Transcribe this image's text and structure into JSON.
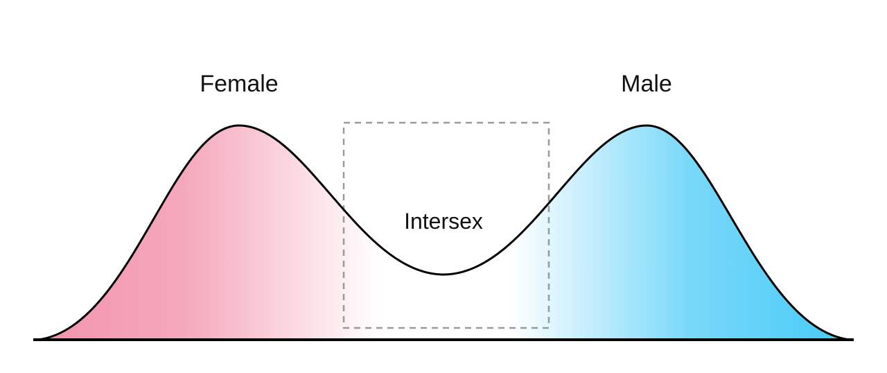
{
  "figure": {
    "labels": {
      "left_peak": "Female",
      "right_peak": "Male",
      "valley": "Intersex"
    },
    "colors": {
      "female_fill": "#F49CB4",
      "male_fill": "#4DCCF8",
      "curve_stroke": "#000000",
      "dashed_box": "#999999",
      "background": "#FFFFFF"
    },
    "description": "Bimodal distribution curve with a female peak (pink), a male peak (blue), and a dashed box marking the intersex valley between them"
  }
}
